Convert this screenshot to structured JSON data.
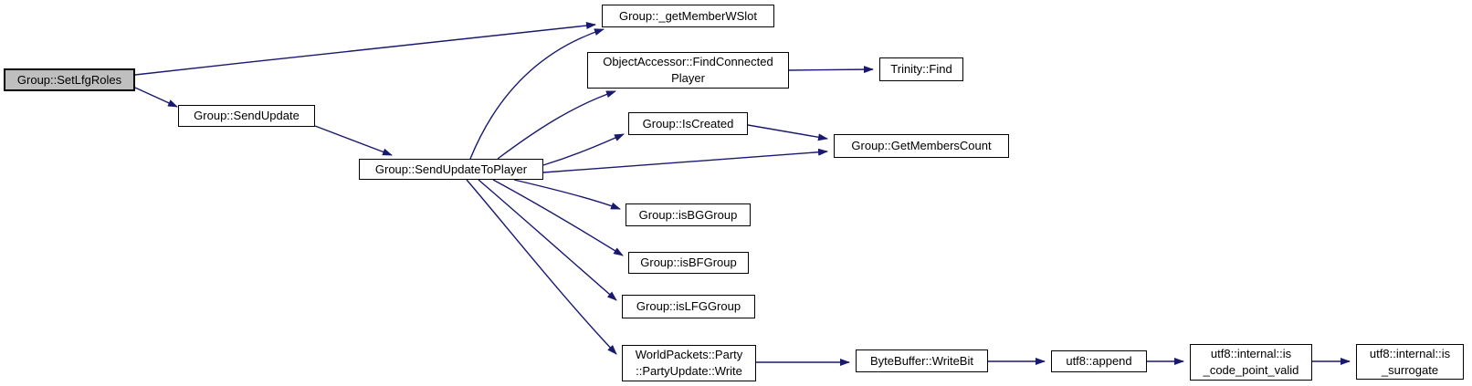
{
  "diagram": {
    "type": "call-graph",
    "colors": {
      "background": "#ffffff",
      "edge": "#191970",
      "node_border": "#000000",
      "node_fill": "#ffffff",
      "highlight_fill": "#bfbfbf",
      "text": "#000000"
    },
    "nodes": [
      {
        "id": "Group::SetLfgRoles",
        "label": "Group::SetLfgRoles",
        "highlighted": true
      },
      {
        "id": "Group::SendUpdate",
        "label": "Group::SendUpdate",
        "highlighted": false
      },
      {
        "id": "Group::SendUpdateToPlayer",
        "label": "Group::SendUpdateToPlayer",
        "highlighted": false
      },
      {
        "id": "Group::_getMemberWSlot",
        "label": "Group::_getMemberWSlot",
        "highlighted": false
      },
      {
        "id": "ObjectAccessor::FindConnectedPlayer",
        "label": "ObjectAccessor::FindConnected\nPlayer",
        "highlighted": false
      },
      {
        "id": "Trinity::Find",
        "label": "Trinity::Find",
        "highlighted": false
      },
      {
        "id": "Group::IsCreated",
        "label": "Group::IsCreated",
        "highlighted": false
      },
      {
        "id": "Group::GetMembersCount",
        "label": "Group::GetMembersCount",
        "highlighted": false
      },
      {
        "id": "Group::isBGGroup",
        "label": "Group::isBGGroup",
        "highlighted": false
      },
      {
        "id": "Group::isBFGroup",
        "label": "Group::isBFGroup",
        "highlighted": false
      },
      {
        "id": "Group::isLFGGroup",
        "label": "Group::isLFGGroup",
        "highlighted": false
      },
      {
        "id": "WorldPackets::Party::PartyUpdate::Write",
        "label": "WorldPackets::Party\n::PartyUpdate::Write",
        "highlighted": false
      },
      {
        "id": "ByteBuffer::WriteBit",
        "label": "ByteBuffer::WriteBit",
        "highlighted": false
      },
      {
        "id": "utf8::append",
        "label": "utf8::append",
        "highlighted": false
      },
      {
        "id": "utf8::internal::is_code_point_valid",
        "label": "utf8::internal::is\n_code_point_valid",
        "highlighted": false
      },
      {
        "id": "utf8::internal::is_surrogate",
        "label": "utf8::internal::is\n_surrogate",
        "highlighted": false
      }
    ],
    "edges": [
      {
        "from": "Group::SetLfgRoles",
        "to": "Group::_getMemberWSlot"
      },
      {
        "from": "Group::SetLfgRoles",
        "to": "Group::SendUpdate"
      },
      {
        "from": "Group::SendUpdate",
        "to": "Group::SendUpdateToPlayer"
      },
      {
        "from": "Group::SendUpdateToPlayer",
        "to": "Group::_getMemberWSlot"
      },
      {
        "from": "Group::SendUpdateToPlayer",
        "to": "ObjectAccessor::FindConnectedPlayer"
      },
      {
        "from": "Group::SendUpdateToPlayer",
        "to": "Group::IsCreated"
      },
      {
        "from": "Group::SendUpdateToPlayer",
        "to": "Group::GetMembersCount"
      },
      {
        "from": "Group::IsCreated",
        "to": "Group::GetMembersCount"
      },
      {
        "from": "ObjectAccessor::FindConnectedPlayer",
        "to": "Trinity::Find"
      },
      {
        "from": "Group::SendUpdateToPlayer",
        "to": "Group::isBGGroup"
      },
      {
        "from": "Group::SendUpdateToPlayer",
        "to": "Group::isBFGroup"
      },
      {
        "from": "Group::SendUpdateToPlayer",
        "to": "Group::isLFGGroup"
      },
      {
        "from": "Group::SendUpdateToPlayer",
        "to": "WorldPackets::Party::PartyUpdate::Write"
      },
      {
        "from": "WorldPackets::Party::PartyUpdate::Write",
        "to": "ByteBuffer::WriteBit"
      },
      {
        "from": "ByteBuffer::WriteBit",
        "to": "utf8::append"
      },
      {
        "from": "utf8::append",
        "to": "utf8::internal::is_code_point_valid"
      },
      {
        "from": "utf8::internal::is_code_point_valid",
        "to": "utf8::internal::is_surrogate"
      }
    ]
  }
}
